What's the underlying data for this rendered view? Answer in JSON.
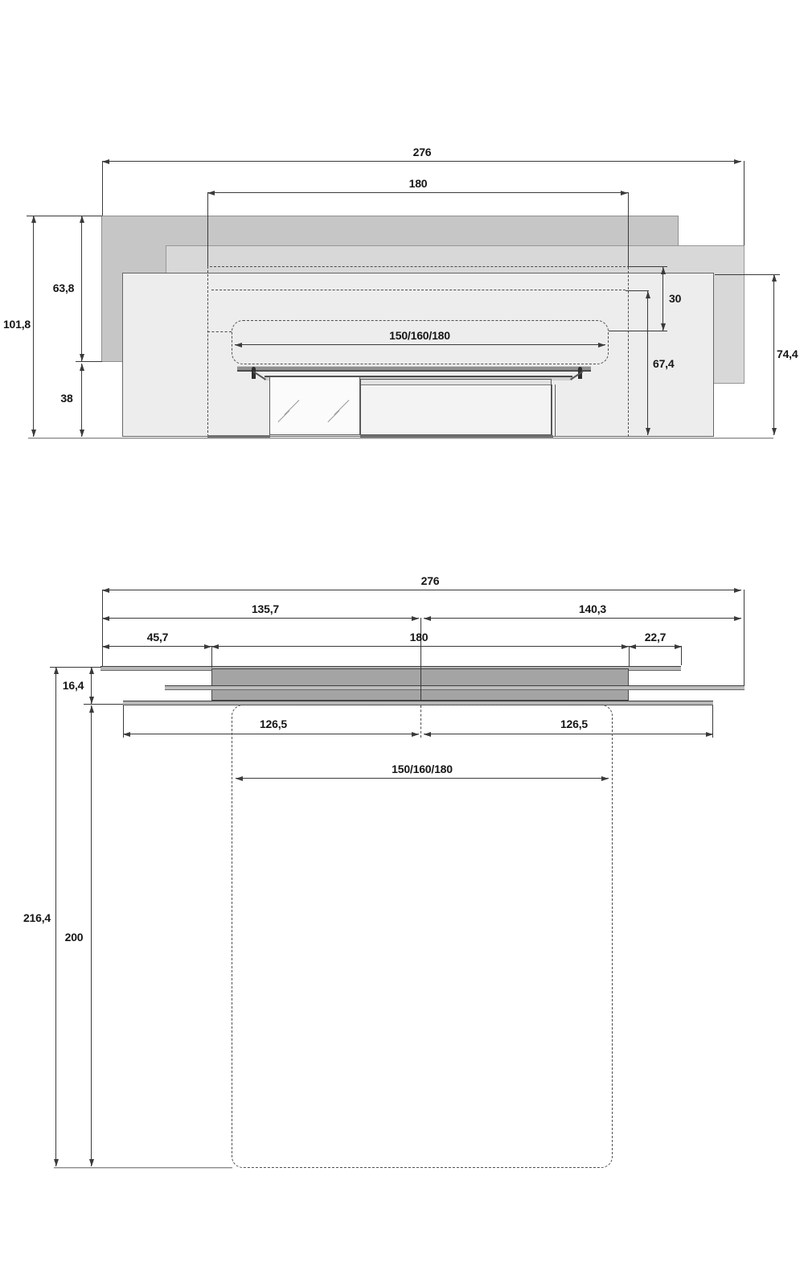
{
  "document": {
    "kind": "furniture technical dimension drawing",
    "views": [
      "front elevation",
      "plan view"
    ]
  },
  "colors": {
    "background": "#ffffff",
    "panel_back": "#c6c6c6",
    "panel_middle": "#d8d8d8",
    "panel_front": "#ededed",
    "slab": "#a4a4a4",
    "dimension_line": "#3a3a3a"
  },
  "front_view": {
    "dim_overall_width": "276",
    "dim_back_panel_width": "180",
    "dim_insert_width_options": "150/160/180",
    "dim_total_height": "101,8",
    "dim_upper_height": "63,8",
    "dim_base_height": "38",
    "dim_top_inset": "30",
    "dim_inner_height": "67,4",
    "dim_front_panel_height": "74,4"
  },
  "plan_view": {
    "dim_overall_width": "276",
    "dim_left_span": "135,7",
    "dim_right_span": "140,3",
    "dim_left_offset": "45,7",
    "dim_back_panel_width": "180",
    "dim_right_offset": "22,7",
    "dim_rail_depth": "16,4",
    "dim_overall_depth": "216,4",
    "dim_clearance_depth": "200",
    "dim_half_left": "126,5",
    "dim_half_right": "126,5",
    "dim_insert_width_options": "150/160/180"
  }
}
